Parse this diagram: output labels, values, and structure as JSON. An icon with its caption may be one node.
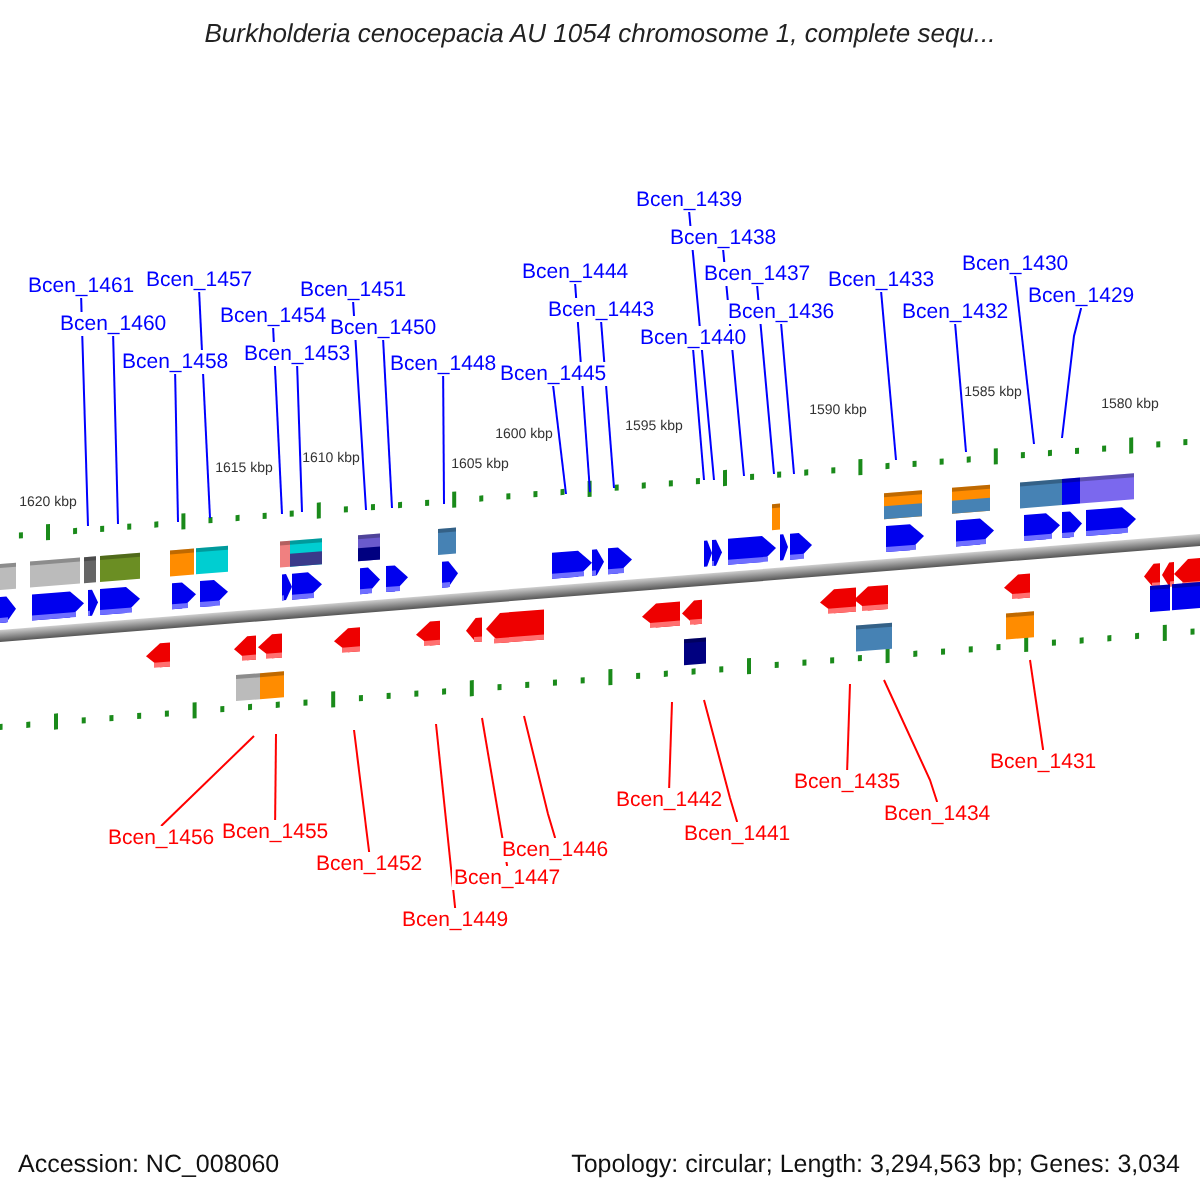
{
  "diagram": {
    "title": "Burkholderia cenocepacia AU 1054 chromosome 1, complete sequ...",
    "nodes": [
      {
        "text": [
          "Bcen_1461"
        ]
      },
      {
        "text": [
          "Bcen_1460"
        ]
      },
      {
        "text": [
          "Bcen_1458"
        ]
      },
      {
        "text": [
          "Bcen_1457"
        ]
      },
      {
        "text": [
          "Bcen_1454"
        ]
      },
      {
        "text": [
          "Bcen_1453"
        ]
      },
      {
        "text": [
          "Bcen_1451"
        ]
      },
      {
        "text": [
          "Bcen_1450"
        ]
      },
      {
        "text": [
          "Bcen_1448"
        ]
      },
      {
        "text": [
          "Bcen_1445"
        ]
      },
      {
        "text": [
          "Bcen_1444"
        ]
      },
      {
        "text": [
          "Bcen_1443"
        ]
      },
      {
        "text": [
          "Bcen_1440"
        ]
      },
      {
        "text": [
          "Bcen_1439"
        ]
      },
      {
        "text": [
          "Bcen_1438"
        ]
      },
      {
        "text": [
          "Bcen_1437"
        ]
      },
      {
        "text": [
          "Bcen_1436"
        ]
      },
      {
        "text": [
          "Bcen_1433"
        ]
      },
      {
        "text": [
          "Bcen_1432"
        ]
      },
      {
        "text": [
          "Bcen_1430"
        ]
      },
      {
        "text": [
          "Bcen_1429"
        ]
      },
      {
        "text": [
          "Bcen_1456"
        ]
      },
      {
        "text": [
          "Bcen_1455"
        ]
      },
      {
        "text": [
          "Bcen_1452"
        ]
      },
      {
        "text": [
          "Bcen_1449"
        ]
      },
      {
        "text": [
          "Bcen_1447"
        ]
      },
      {
        "text": [
          "Bcen_1446"
        ]
      },
      {
        "text": [
          "Bcen_1442"
        ]
      },
      {
        "text": [
          "Bcen_1441"
        ]
      },
      {
        "text": [
          "Bcen_1435"
        ]
      },
      {
        "text": [
          "Bcen_1434"
        ]
      },
      {
        "text": [
          "Bcen_1431"
        ]
      }
    ],
    "edges": [
      {
        "from": 0,
        "to": null,
        "arrow": "none"
      },
      {
        "from": 1,
        "to": null,
        "arrow": "none"
      },
      {
        "from": 2,
        "to": null,
        "arrow": "none"
      },
      {
        "from": 3,
        "to": null,
        "arrow": "none"
      },
      {
        "from": 4,
        "to": null,
        "arrow": "none"
      },
      {
        "from": 5,
        "to": null,
        "arrow": "none"
      },
      {
        "from": 6,
        "to": null,
        "arrow": "none"
      },
      {
        "from": 7,
        "to": null,
        "arrow": "none"
      },
      {
        "from": 8,
        "to": null,
        "arrow": "none"
      },
      {
        "from": 9,
        "to": null,
        "arrow": "none"
      },
      {
        "from": 10,
        "to": null,
        "arrow": "none"
      },
      {
        "from": 11,
        "to": null,
        "arrow": "none"
      },
      {
        "from": 12,
        "to": null,
        "arrow": "none"
      },
      {
        "from": 13,
        "to": null,
        "arrow": "none"
      },
      {
        "from": 14,
        "to": null,
        "arrow": "none"
      },
      {
        "from": 15,
        "to": null,
        "arrow": "none"
      },
      {
        "from": 16,
        "to": null,
        "arrow": "none"
      },
      {
        "from": 17,
        "to": null,
        "arrow": "none"
      },
      {
        "from": 18,
        "to": null,
        "arrow": "none"
      },
      {
        "from": 19,
        "to": null,
        "arrow": "none"
      },
      {
        "from": 20,
        "to": null,
        "arrow": "none"
      },
      {
        "from": 21,
        "to": null,
        "arrow": "none",
        "color": "#ff0000"
      },
      {
        "from": 22,
        "to": null,
        "arrow": "none",
        "color": "#ff0000"
      },
      {
        "from": 23,
        "to": null,
        "arrow": "none",
        "color": "#ff0000"
      },
      {
        "from": 24,
        "to": null,
        "arrow": "none",
        "color": "#ff0000"
      },
      {
        "from": 25,
        "to": null,
        "arrow": "none",
        "color": "#ff0000"
      },
      {
        "from": 26,
        "to": null,
        "arrow": "none",
        "color": "#ff0000"
      },
      {
        "from": 27,
        "to": null,
        "arrow": "none",
        "color": "#ff0000"
      },
      {
        "from": 28,
        "to": null,
        "arrow": "none",
        "color": "#ff0000"
      },
      {
        "from": 29,
        "to": null,
        "arrow": "none",
        "color": "#ff0000"
      },
      {
        "from": 30,
        "to": null,
        "arrow": "none",
        "color": "#ff0000"
      },
      {
        "from": 31,
        "to": null,
        "arrow": "none",
        "color": "#ff0000"
      }
    ],
    "labels": [
      "1620 kbp",
      "1615 kbp",
      "1610 kbp",
      "1605 kbp",
      "1600 kbp",
      "1595 kbp",
      "1590 kbp",
      "1585 kbp",
      "1580 kbp",
      "Accession: NC_008060",
      "Topology: circular; Length: 3,294,563 bp; Genes: 3,034"
    ]
  }
}
